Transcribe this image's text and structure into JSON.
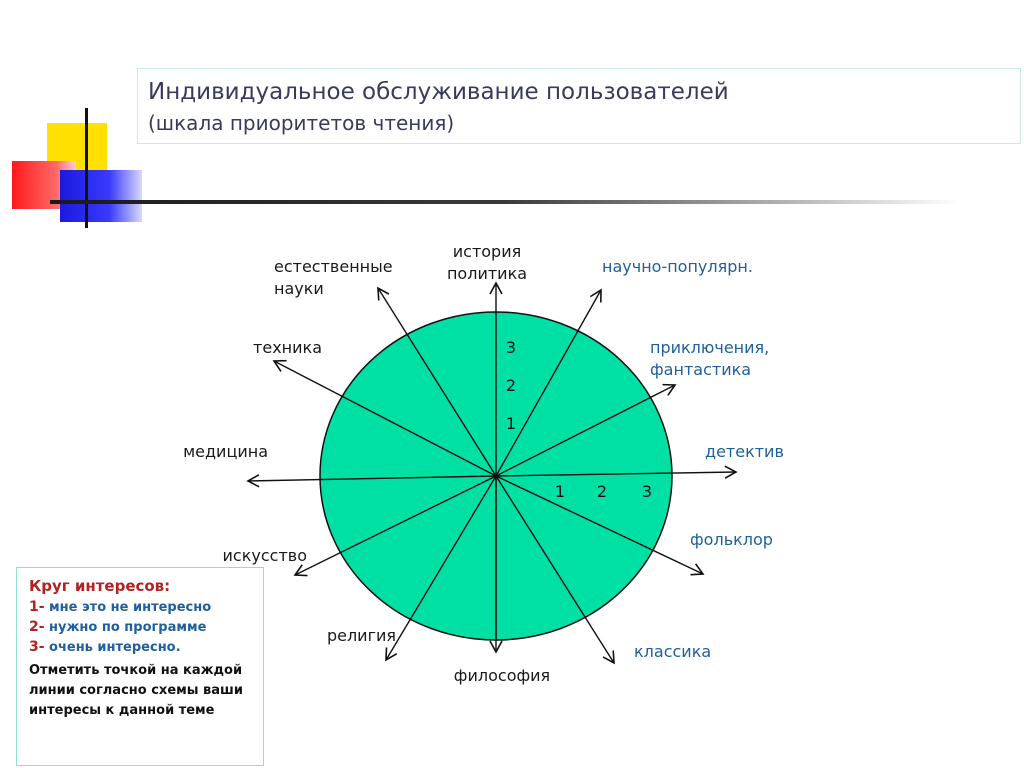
{
  "header": {
    "title": "Индивидуальное обслуживание пользователей",
    "subtitle": "(шкала приоритетов чтения)"
  },
  "colors": {
    "circle_fill": "#00e0a4",
    "label_black": "#1a1a1a",
    "label_blue": "#1f5f9e",
    "legend_red": "#b22222",
    "deco_yellow": "#ffe000",
    "deco_red": "#ff2020",
    "deco_blue": "#2020e0"
  },
  "diagram": {
    "axes": [
      {
        "id": "history",
        "lines": [
          "история",
          "политика"
        ],
        "color": "black"
      },
      {
        "id": "popular-science",
        "lines": [
          "научно-популярн."
        ],
        "color": "blue"
      },
      {
        "id": "adventure",
        "lines": [
          "приключения,",
          "фантастика"
        ],
        "color": "blue"
      },
      {
        "id": "detective",
        "lines": [
          "детектив"
        ],
        "color": "blue"
      },
      {
        "id": "folklore",
        "lines": [
          "фольклор"
        ],
        "color": "blue"
      },
      {
        "id": "classics",
        "lines": [
          "классика"
        ],
        "color": "blue"
      },
      {
        "id": "philosophy",
        "lines": [
          "философия"
        ],
        "color": "black"
      },
      {
        "id": "religion",
        "lines": [
          "религия"
        ],
        "color": "black"
      },
      {
        "id": "art",
        "lines": [
          "искусство"
        ],
        "color": "black"
      },
      {
        "id": "medicine",
        "lines": [
          "медицина"
        ],
        "color": "black"
      },
      {
        "id": "technology",
        "lines": [
          "техника"
        ],
        "color": "black"
      },
      {
        "id": "natural-sciences",
        "lines": [
          "естественные",
          "науки"
        ],
        "color": "black"
      }
    ],
    "scale_vertical": [
      "3",
      "2",
      "1"
    ],
    "scale_horizontal": [
      "1",
      "2",
      "3"
    ]
  },
  "legend": {
    "title": "Круг интересов:",
    "items": [
      {
        "num": "1-",
        "text": "мне это не интересно"
      },
      {
        "num": "2-",
        "text": "нужно по программе"
      },
      {
        "num": "3-",
        "text": "очень интересно."
      }
    ],
    "note": "Отметить точкой на каждой линии согласно схемы ваши интересы к данной теме"
  }
}
